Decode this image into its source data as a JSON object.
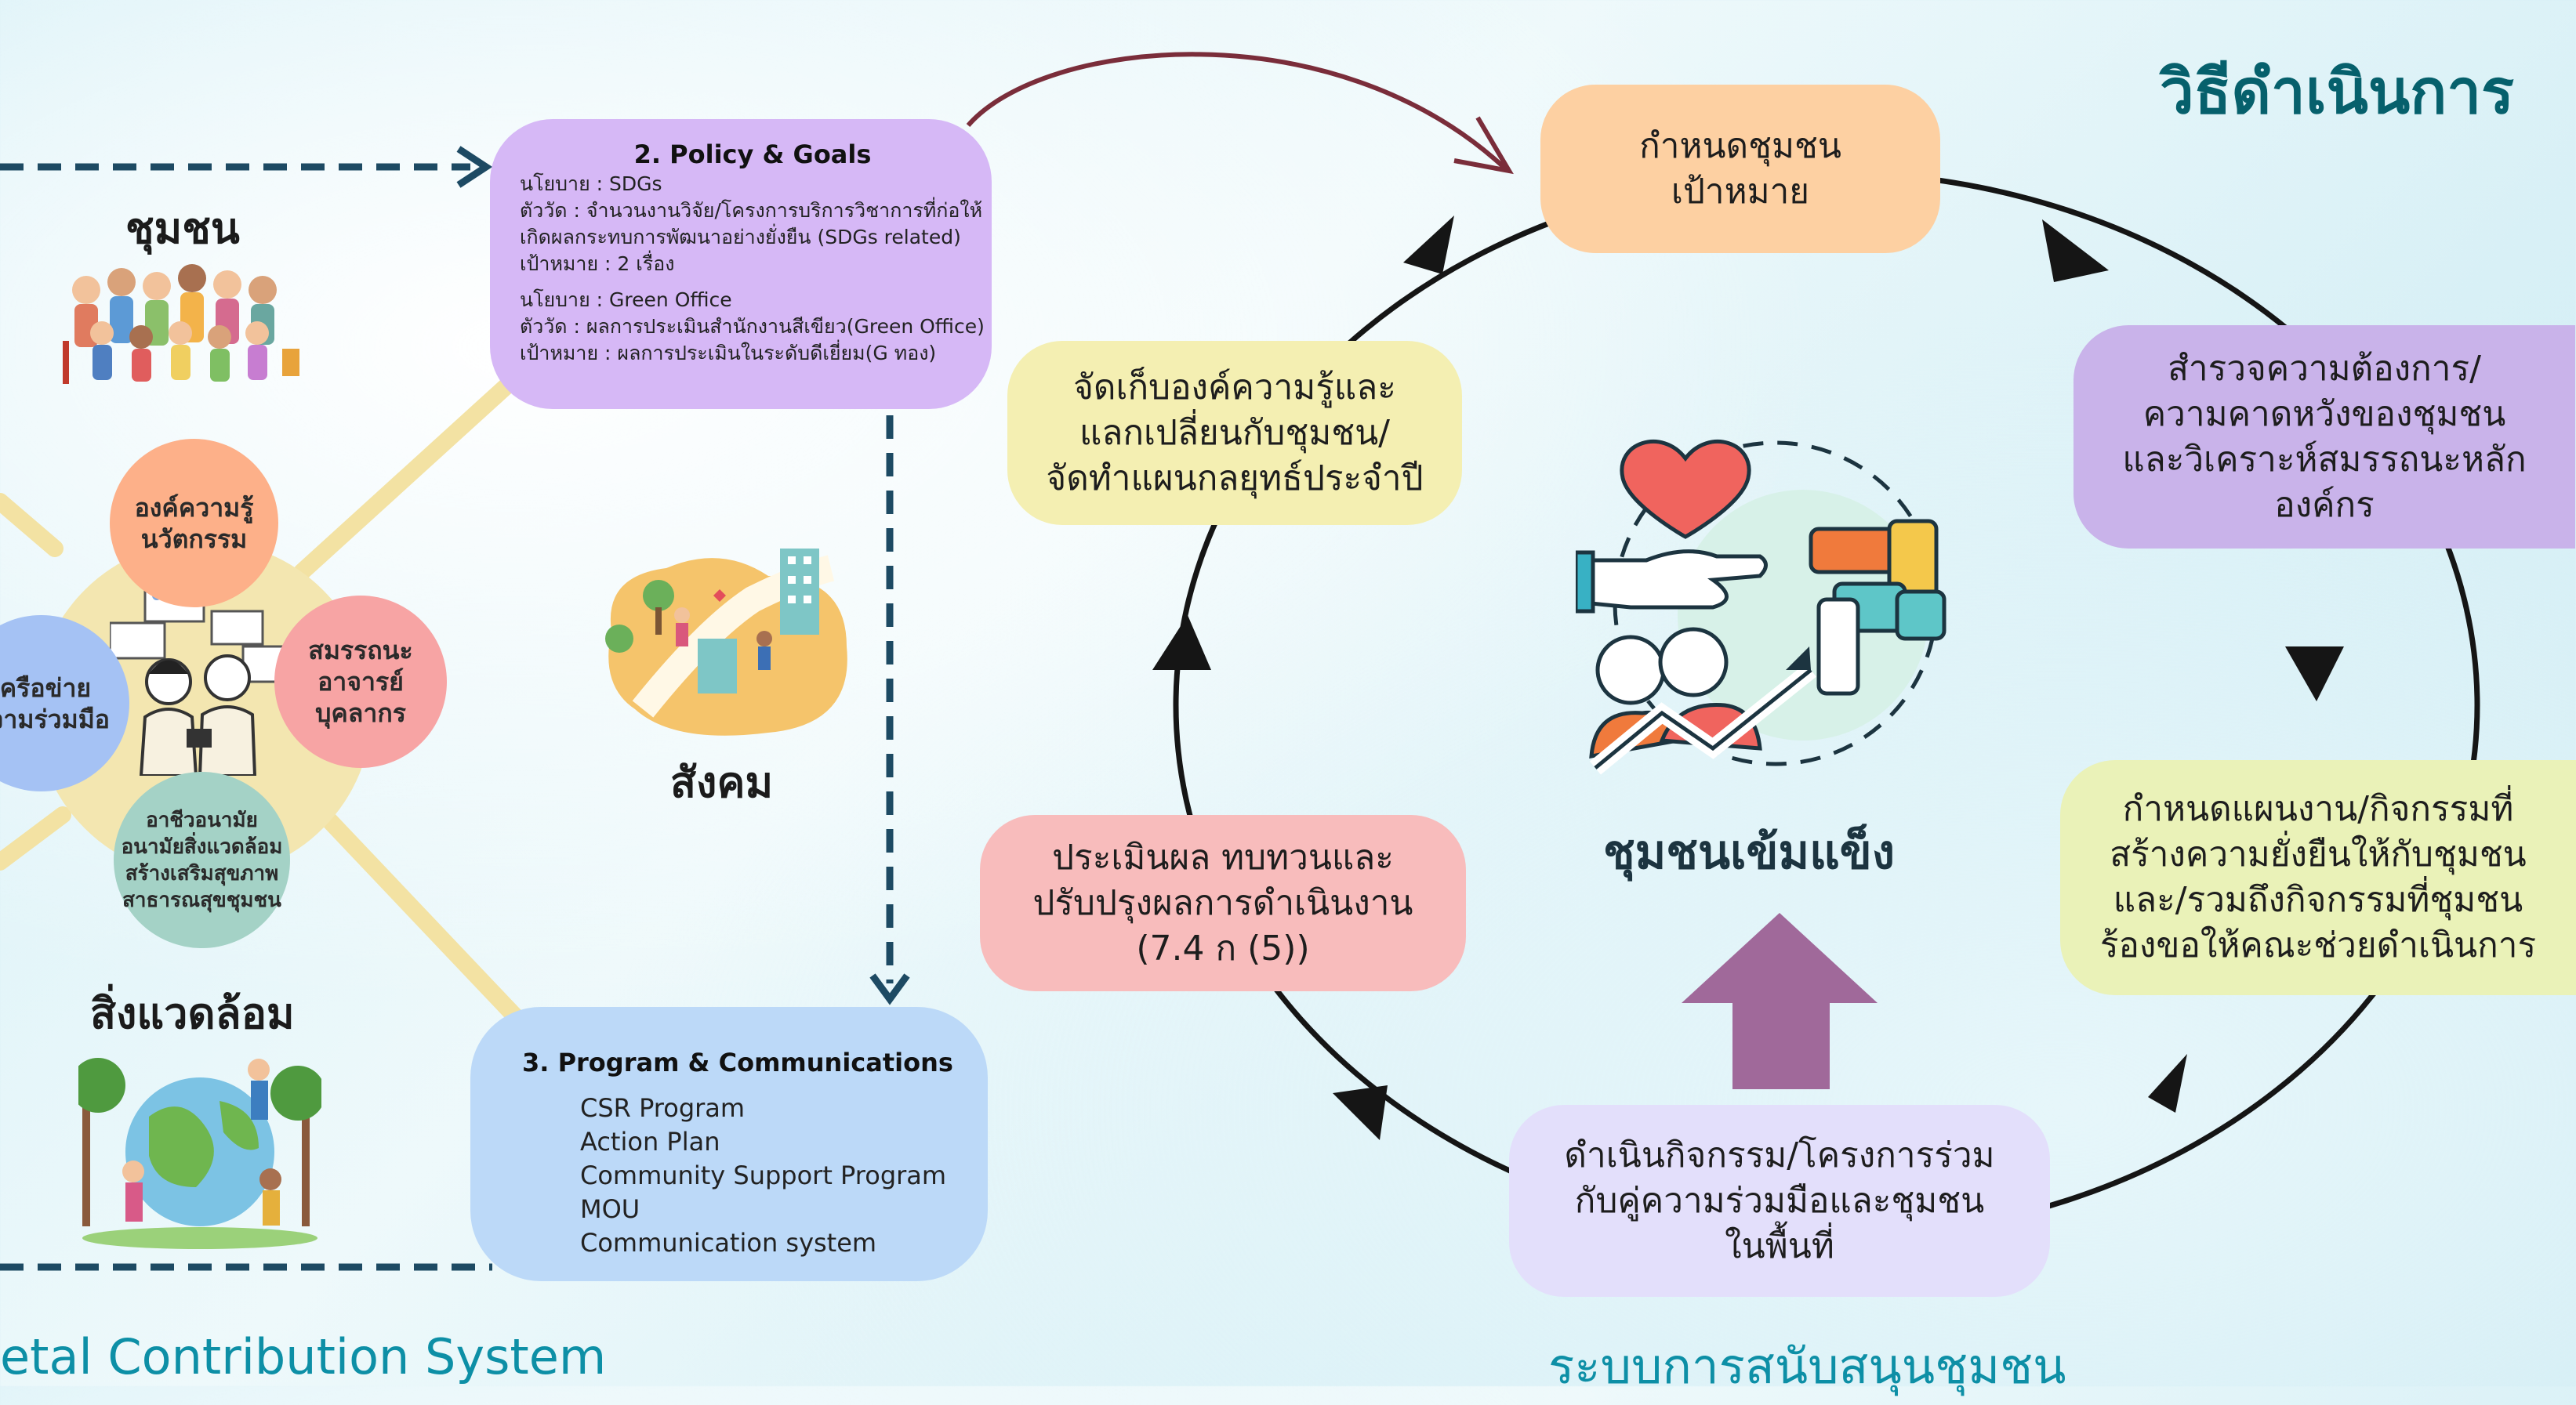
{
  "header": {
    "title": "วิธีดำเนินการ"
  },
  "left": {
    "community_label": "ชุมชน",
    "society_label": "สังคม",
    "environment_label": "สิ่งแวดล้อม",
    "circles": [
      {
        "lines": [
          "องค์ความรู้",
          "นวัตกรรม"
        ]
      },
      {
        "lines": [
          "สมรรถนะ",
          "อาจารย์",
          "บุคลากร"
        ]
      },
      {
        "lines": [
          "เครือข่าย",
          "ความร่วมมือ"
        ]
      },
      {
        "lines": [
          "อาชีวอนามัย",
          "อนามัยสิ่งแวดล้อม",
          "สร้างเสริมสุขภาพ",
          "สาธารณสุขชุมชน"
        ]
      }
    ],
    "bottom_label": "etal Contribution System"
  },
  "policy": {
    "title": "2. Policy & Goals",
    "lines": [
      "นโยบาย : SDGs",
      "ตัววัด : จำนวนงานวิจัย/โครงการบริการวิชาการที่ก่อให้",
      "เกิดผลกระทบการพัฒนาอย่างยั่งยืน (SDGs related)",
      "เป้าหมาย : 2 เรื่อง",
      "นโยบาย : Green Office",
      "ตัววัด : ผลการประเมินสำนักงานสีเขียว(Green Office)",
      "เป้าหมาย : ผลการประเมินในระดับดีเยี่ยม(G ทอง)"
    ]
  },
  "program": {
    "title": "3. Program & Communications",
    "items": [
      "CSR Program",
      "Action Plan",
      "Community Support Program",
      "MOU",
      "Communication system"
    ]
  },
  "cycle": {
    "boxes": [
      {
        "lines": [
          "กำหนดชุมชน",
          "เป้าหมาย"
        ],
        "color": "#fdd0a2"
      },
      {
        "lines": [
          "สำรวจความต้องการ/",
          "ความคาดหวังของชุมชน",
          "และวิเคราะห์สมรรถนะหลัก",
          "องค์กร"
        ],
        "color": "#c9b3ea"
      },
      {
        "lines": [
          "กำหนดแผนงาน/กิจกรรมที่",
          "สร้างความยั่งยืนให้กับชุมชน",
          "และ/รวมถึงกิจกรรมที่ชุมชน",
          "ร้องขอให้คณะช่วยดำเนินการ"
        ],
        "color": "#eaf2b8"
      },
      {
        "lines": [
          "ดำเนินกิจกรรม/โครงการร่วม",
          "กับคู่ความร่วมมือและชุมชน",
          "ในพื้นที่"
        ],
        "color": "#e3dffb"
      },
      {
        "lines": [
          "ประเมินผล ทบทวนและ",
          "ปรับปรุงผลการดำเนินงาน",
          "(7.4 ก (5))"
        ],
        "color": "#f8bcbc"
      },
      {
        "lines": [
          "จัดเก็บองค์ความรู้และ",
          "แลกเปลี่ยนกับชุมชน/",
          "จัดทำแผนกลยุทธ์ประจำปี"
        ],
        "color": "#f4efb2"
      }
    ],
    "center_label": "ชุมชนเข้มแข็ง",
    "bottom_label": "ระบบการสนับสนุนชุมชน"
  },
  "colors": {
    "background": "#dff3f8",
    "title_teal": "#06606c",
    "policy_box": "#d6b8f6",
    "program_box": "#bcd9f8",
    "arrow_dark": "#151515",
    "dash_navy": "#1d4a63",
    "up_arrow": "#a0699a"
  },
  "icons": [
    "heart-hands-icon",
    "people-growth-icon",
    "community-illustration",
    "society-illustration",
    "environment-illustration",
    "collaboration-illustration"
  ]
}
